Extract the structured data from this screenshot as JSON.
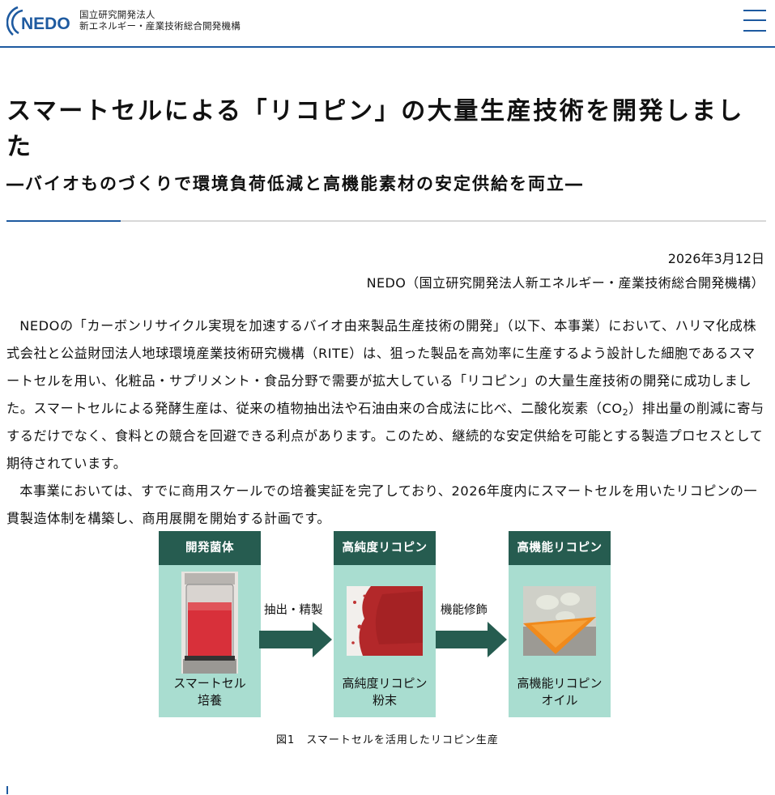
{
  "header": {
    "logo_text": "NEDO",
    "org_line1": "国立研究開発法人",
    "org_line2": "新エネルギー・産業技術総合開発機構",
    "menu_icon": "hamburger-menu-icon",
    "accent_color": "#1e5aa0"
  },
  "article": {
    "title": "スマートセルによる「リコピン」の大量生産技術を開発しました",
    "subtitle": "―バイオものづくりで環境負荷低減と高機能素材の安定供給を両立―",
    "date": "2026年3月12日",
    "organization": "NEDO（国立研究開発法人新エネルギー・産業技術総合開発機構）",
    "paragraphs": [
      {
        "before_sub": "NEDOの「カーボンリサイクル実現を加速するバイオ由来製品生産技術の開発」（以下、本事業）において、ハリマ化成株式会社と公益財団法人地球環境産業技術研究機構（RITE）は、狙った製品を高効率に生産するよう設計した細胞であるスマートセルを用い、化粧品・サプリメント・食品分野で需要が拡大している「リコピン」の大量生産技術の開発に成功しました。スマートセルによる発酵生産は、従来の植物抽出法や石油由来の合成法に比べ、二酸化炭素（CO",
        "sub": "2",
        "after_sub": "）排出量の削減に寄与するだけでなく、食料との競合を回避できる利点があります。このため、継続的な安定供給を可能とする製造プロセスとして期待されています。"
      },
      {
        "text": "本事業においては、すでに商用スケールでの培養実証を完了しており、2026年度内にスマートセルを用いたリコピンの一貫製造体制を構築し、商用展開を開始する計画です。"
      }
    ]
  },
  "figure": {
    "panel_color": "#a9ddd0",
    "header_color": "#265c50",
    "panels": [
      {
        "header": "開発菌体",
        "caption_line1": "スマートセル",
        "caption_line2": "培養",
        "image": "bioreactor-photo"
      },
      {
        "header": "高純度リコピン",
        "caption_line1": "高純度リコピン",
        "caption_line2": "粉末",
        "image": "lycopene-powder-photo"
      },
      {
        "header": "高機能リコピン",
        "caption_line1": "高機能リコピン",
        "caption_line2": "オイル",
        "image": "lycopene-oil-photo"
      }
    ],
    "arrows": [
      {
        "label": "抽出・精製"
      },
      {
        "label": "機能修飾"
      }
    ],
    "caption": "図1　スマートセルを活用したリコピン生産"
  }
}
